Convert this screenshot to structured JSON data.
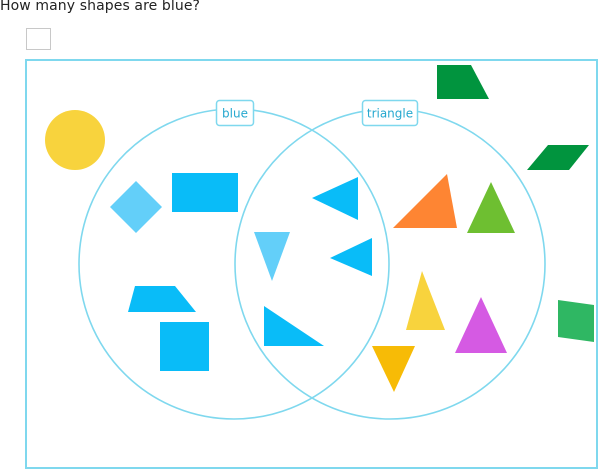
{
  "question": {
    "text": "How many shapes are blue?"
  },
  "answer_input": {
    "value": ""
  },
  "venn": {
    "frame_color": "#7fd8ee",
    "circle_color": "#7fd8ee",
    "label_color": "#26a8cf",
    "left_set": {
      "label": "blue"
    },
    "right_set": {
      "label": "triangle"
    }
  },
  "shapes": {
    "outside": [
      {
        "kind": "circle",
        "color": "#f8d33d"
      },
      {
        "kind": "trapezoid",
        "color": "#01943e"
      },
      {
        "kind": "parallelogram",
        "color": "#01943e"
      },
      {
        "kind": "quadrilateral",
        "color": "#2fb763"
      }
    ],
    "blue_only": [
      {
        "kind": "diamond",
        "color": "#63cff9"
      },
      {
        "kind": "rectangle",
        "color": "#09bcf8"
      },
      {
        "kind": "trapezoid",
        "color": "#09bcf8"
      },
      {
        "kind": "square",
        "color": "#09bcf8"
      }
    ],
    "both": [
      {
        "kind": "triangle",
        "color": "#09bcf8"
      },
      {
        "kind": "triangle",
        "color": "#63cff9"
      },
      {
        "kind": "triangle",
        "color": "#09bcf8"
      },
      {
        "kind": "triangle",
        "color": "#09bcf8"
      }
    ],
    "triangle_only": [
      {
        "kind": "triangle",
        "color": "#fe8533"
      },
      {
        "kind": "triangle",
        "color": "#6ebf31"
      },
      {
        "kind": "triangle",
        "color": "#f8d33d"
      },
      {
        "kind": "triangle",
        "color": "#d55ae3"
      },
      {
        "kind": "triangle",
        "color": "#f7bb06"
      }
    ]
  }
}
